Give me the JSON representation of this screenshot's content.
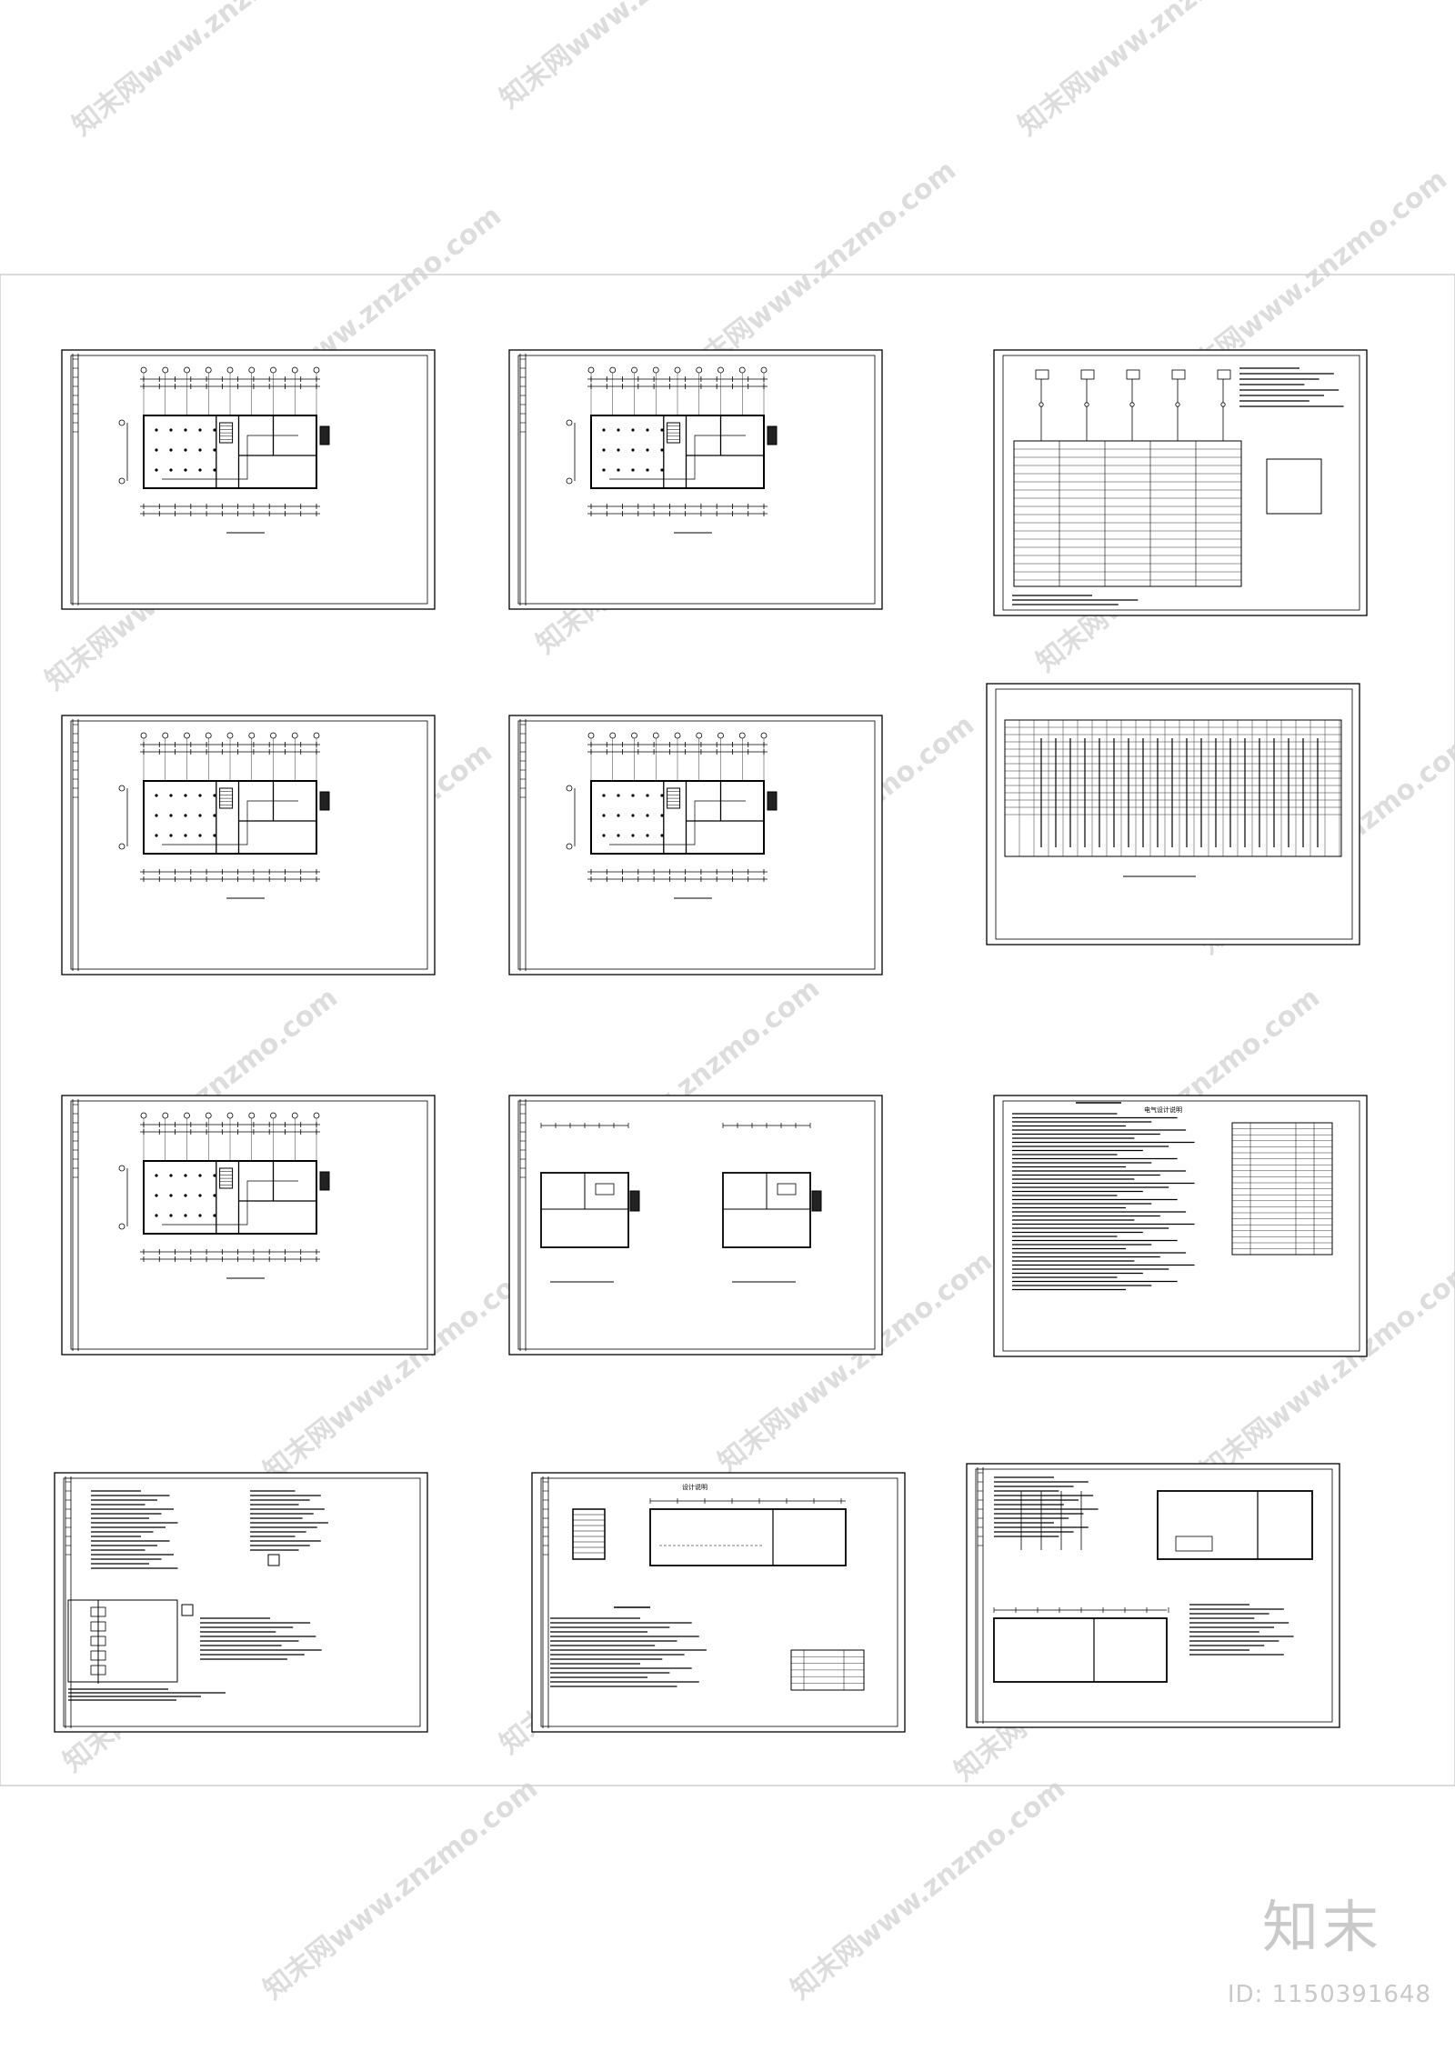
{
  "watermark": {
    "logo": "知末",
    "id": "ID: 1150391648",
    "repeat_text": "知末网www.znzmo.com",
    "color": "#dddddd"
  },
  "sheets": [
    {
      "kind": "plan",
      "ruler": "both",
      "cols": 11,
      "title": "1.5"
    },
    {
      "kind": "plan",
      "ruler": "both",
      "cols": 11,
      "title": "1.5"
    },
    {
      "kind": "system"
    },
    {
      "kind": "plan",
      "ruler": "both",
      "cols": 11,
      "title": "1.5"
    },
    {
      "kind": "plan",
      "ruler": "both",
      "cols": 11,
      "title": "1.5"
    },
    {
      "kind": "panel"
    },
    {
      "kind": "plan",
      "ruler": "both",
      "cols": 11,
      "title": ""
    },
    {
      "kind": "twin"
    },
    {
      "kind": "notes",
      "heading": "电气设计说明"
    },
    {
      "kind": "schematic"
    },
    {
      "kind": "notesplan",
      "heading": "设计说明"
    },
    {
      "kind": "combo"
    }
  ]
}
